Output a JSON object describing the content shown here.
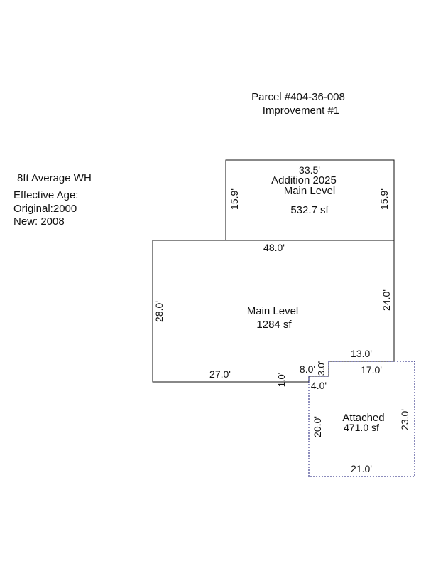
{
  "header": {
    "parcel": "Parcel #404-36-008",
    "improvement": "Improvement #1"
  },
  "info": {
    "wall_height": "8ft Average WH",
    "effective_age_label": "Effective Age:",
    "original": "Original:2000",
    "new": "New: 2008"
  },
  "areas": {
    "addition": {
      "name": "Addition 2025",
      "level": "Main Level",
      "area": "532.7 sf",
      "dims": {
        "top": "33.5'",
        "left": "15.9'",
        "right": "15.9'"
      }
    },
    "main": {
      "level": "Main Level",
      "area": "1284 sf",
      "dims": {
        "top": "48.0'",
        "left": "28.0'",
        "right": "24.0'",
        "bottom": "27.0'",
        "step_down": "1.0'",
        "step_run": "8.0'",
        "step_up": "3.0'",
        "notch": "13.0'"
      }
    },
    "attached": {
      "name": "Attached",
      "area": "471.0 sf",
      "dims": {
        "top": "17.0'",
        "notch": "4.0'",
        "left": "20.0'",
        "right": "23.0'",
        "bottom": "21.0'"
      }
    }
  },
  "colors": {
    "outline": "#111111",
    "attached_outline": "#1a1a7a"
  }
}
